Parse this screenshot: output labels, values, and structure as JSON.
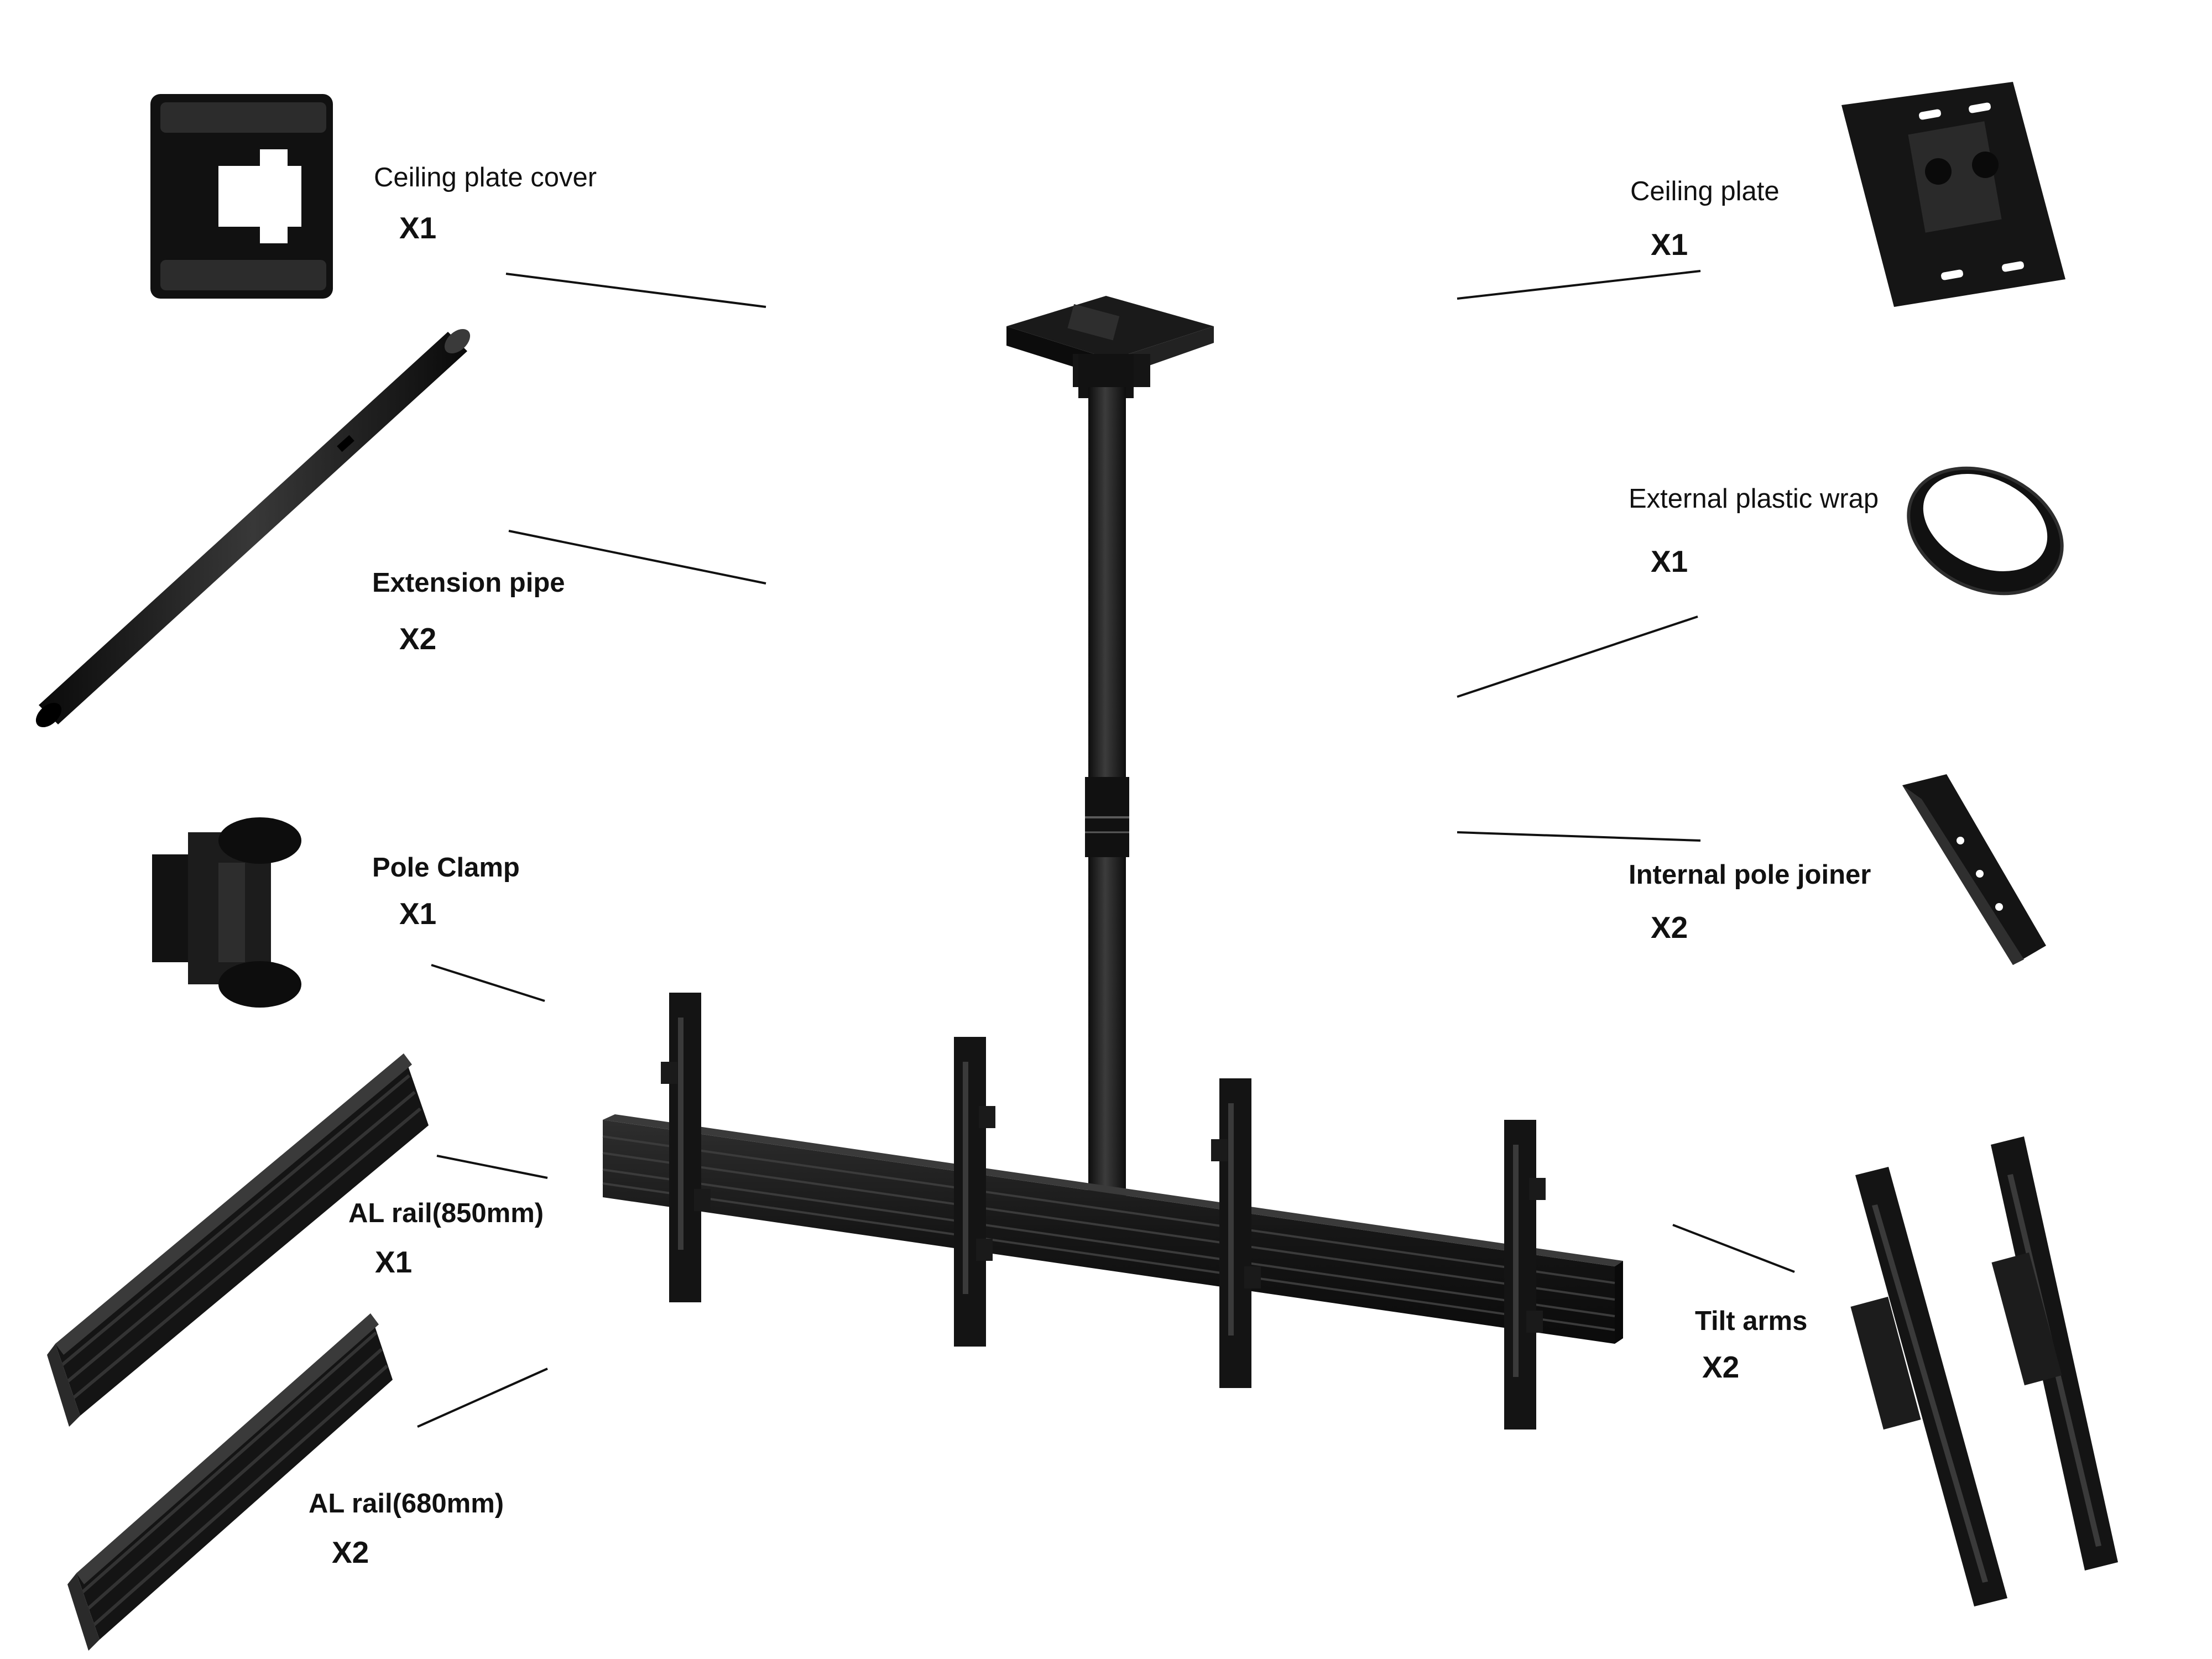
{
  "colors": {
    "background": "#ffffff",
    "metal_dark": "#151515",
    "metal_mid": "#2a2a2a",
    "metal_highlight": "#4a4a4a",
    "leader_line": "#111111",
    "text": "#111111"
  },
  "parts": [
    {
      "id": "ceiling-plate-cover",
      "label": "Ceiling plate cover",
      "qty": "X1"
    },
    {
      "id": "ceiling-plate",
      "label": "Ceiling plate",
      "qty": "X1"
    },
    {
      "id": "extension-pipe",
      "label": "Extension pipe",
      "qty": "X2"
    },
    {
      "id": "external-plastic-wrap",
      "label": "External plastic wrap",
      "qty": "X1"
    },
    {
      "id": "pole-clamp",
      "label": "Pole Clamp",
      "qty": "X1"
    },
    {
      "id": "internal-pole-joiner",
      "label": "Internal pole joiner",
      "qty": "X2"
    },
    {
      "id": "al-rail-850",
      "label": "AL rail(850mm)",
      "qty": "X1"
    },
    {
      "id": "al-rail-680",
      "label": "AL rail(680mm)",
      "qty": "X2"
    },
    {
      "id": "tilt-arms",
      "label": "Tilt arms",
      "qty": "X2"
    }
  ]
}
